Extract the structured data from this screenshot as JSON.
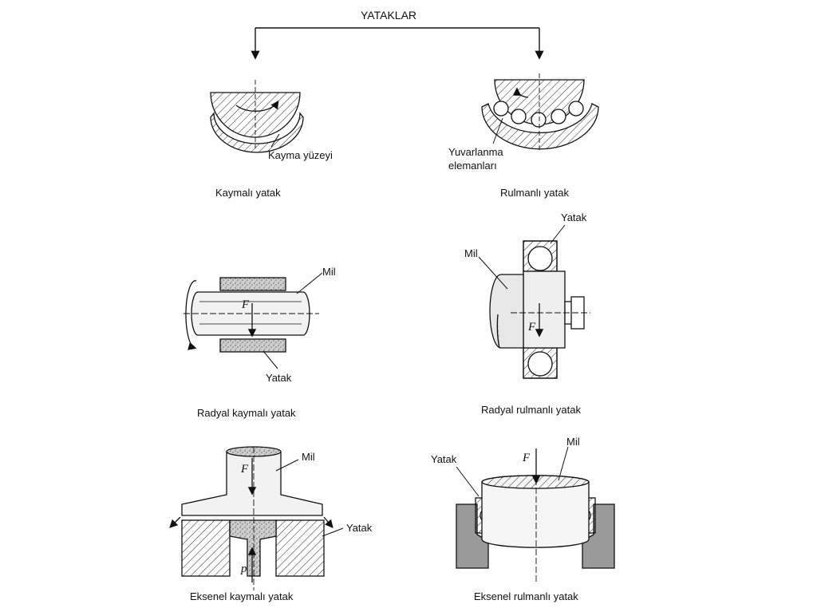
{
  "title": "YATAKLAR",
  "top": {
    "left_caption": "Kaymalı yatak",
    "right_caption": "Rulmanlı yatak",
    "sliding_surface_label": "Kayma yüzeyi",
    "rolling_label_line1": "Yuvarlanma",
    "rolling_label_line2": "elemanları"
  },
  "middle": {
    "left_caption": "Radyal kaymalı yatak",
    "right_caption": "Radyal rulmanlı yatak",
    "shaft_label": "Mil",
    "bearing_label": "Yatak",
    "force_label": "F"
  },
  "bottom": {
    "left_caption": "Eksenel kaymalı yatak",
    "right_caption": "Eksenel rulmanlı yatak",
    "shaft_label": "Mil",
    "bearing_label": "Yatak",
    "force_label": "F",
    "pressure_label": "p"
  },
  "colors": {
    "ink": "#1a1a1a",
    "hatch": "#333333",
    "fill": "#dcdcdc"
  }
}
